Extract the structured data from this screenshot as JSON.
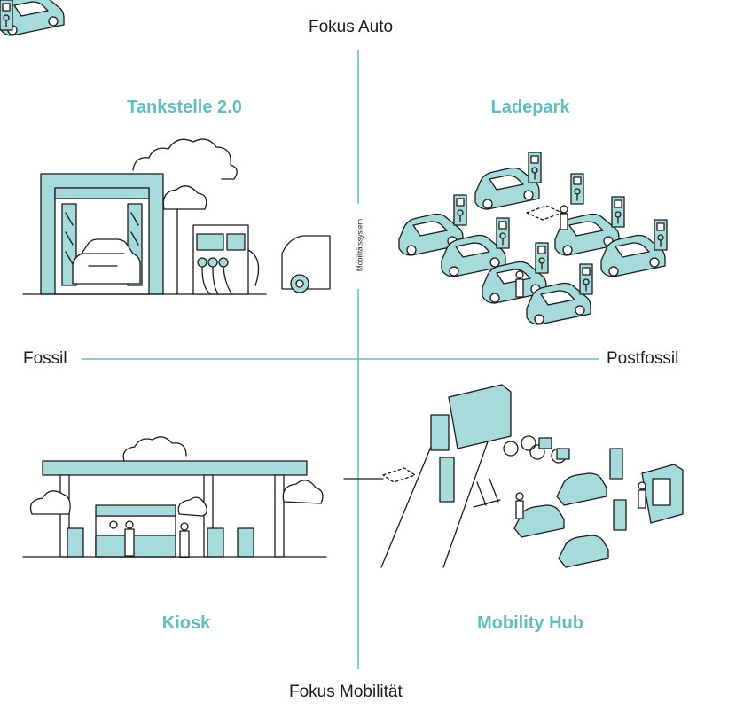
{
  "axes": {
    "top": "Fokus Auto",
    "bottom": "Fokus Mobilität",
    "left": "Fossil",
    "right": "Postfossil",
    "vertical_label": "Mobilitätssystem",
    "color": "#64bcc0"
  },
  "quadrants": {
    "top_left": {
      "title": "Tankstelle 2.0",
      "icon": "car-wash-fuel-station-illustration"
    },
    "top_right": {
      "title": "Ladepark",
      "icon": "ev-charging-park-illustration"
    },
    "bottom_left": {
      "title": "Kiosk",
      "icon": "kiosk-station-illustration"
    },
    "bottom_right": {
      "title": "Mobility Hub",
      "icon": "mobility-hub-illustration"
    }
  },
  "colors": {
    "accent": "#64bcc0",
    "fill": "#a6dadb",
    "line": "#1a1a1a"
  }
}
